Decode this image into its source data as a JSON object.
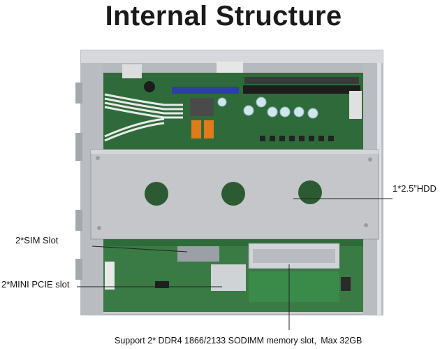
{
  "title": "Internal Structure",
  "labels": {
    "hdd": "1*2.5”HDD",
    "sim": "2*SIM Slot",
    "pcie": "2*MINI PCIE slot",
    "memory": "Support 2* DDR4 1866/2133 SODIMM memory slot, Max 32GB"
  },
  "colors": {
    "chassis": "#c9ccd1",
    "pcb_green": "#2f6b3a",
    "hdd_plate": "#c4c6ca",
    "connector_blue": "#2a3fa8",
    "sata_orange": "#e07a1a"
  }
}
